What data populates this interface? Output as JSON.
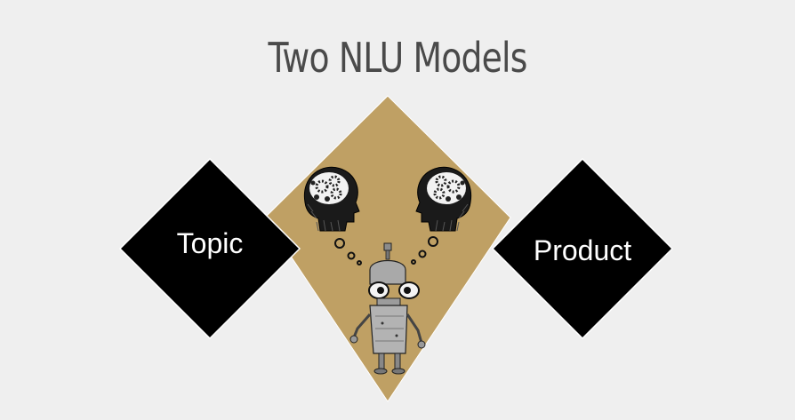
{
  "title": "Two NLU Models",
  "nodes": {
    "left": {
      "label": "Topic"
    },
    "right": {
      "label": "Product"
    }
  },
  "colors": {
    "background": "#efefef",
    "center_fill": "#bfa064",
    "side_fill": "#000000",
    "side_text": "#ffffff",
    "title_text": "#4a4a4a"
  },
  "icons": [
    "brain-gears-head-icon",
    "brain-gears-head-icon",
    "robot-illustration"
  ]
}
